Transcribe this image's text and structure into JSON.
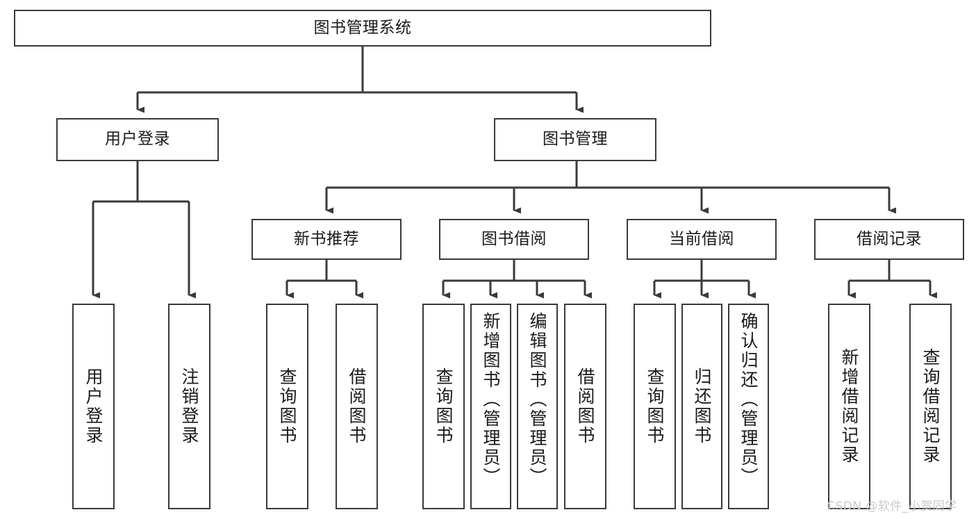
{
  "diagram": {
    "title": "图书管理系统",
    "type": "tree-hierarchy",
    "nodes": {
      "root": {
        "label": "图书管理系统"
      },
      "level1": [
        {
          "label": "用户登录"
        },
        {
          "label": "图书管理"
        }
      ],
      "level2": [
        {
          "label": "新书推荐"
        },
        {
          "label": "图书借阅"
        },
        {
          "label": "当前借阅"
        },
        {
          "label": "借阅记录"
        }
      ],
      "leaves": {
        "user_login": [
          {
            "label": "用户登录"
          },
          {
            "label": "注销登录"
          }
        ],
        "new_book_recommend": [
          {
            "label": "查询图书"
          },
          {
            "label": "借阅图书"
          }
        ],
        "book_borrow": [
          {
            "label": "查询图书"
          },
          {
            "label": "新增图书（管理员）"
          },
          {
            "label": "编辑图书（管理员）"
          },
          {
            "label": "借阅图书"
          }
        ],
        "current_borrow": [
          {
            "label": "查询图书"
          },
          {
            "label": "归还图书"
          },
          {
            "label": "确认归还（管理员）"
          }
        ],
        "borrow_records": [
          {
            "label": "新增借阅记录"
          },
          {
            "label": "查询借阅记录"
          }
        ]
      }
    },
    "watermark": "CSDN @软件_小贺同学",
    "colors": {
      "stroke": "#3a3a3a",
      "fill": "#ffffff",
      "text": "#1b1b1b",
      "watermark": "#c9c9c9"
    }
  }
}
